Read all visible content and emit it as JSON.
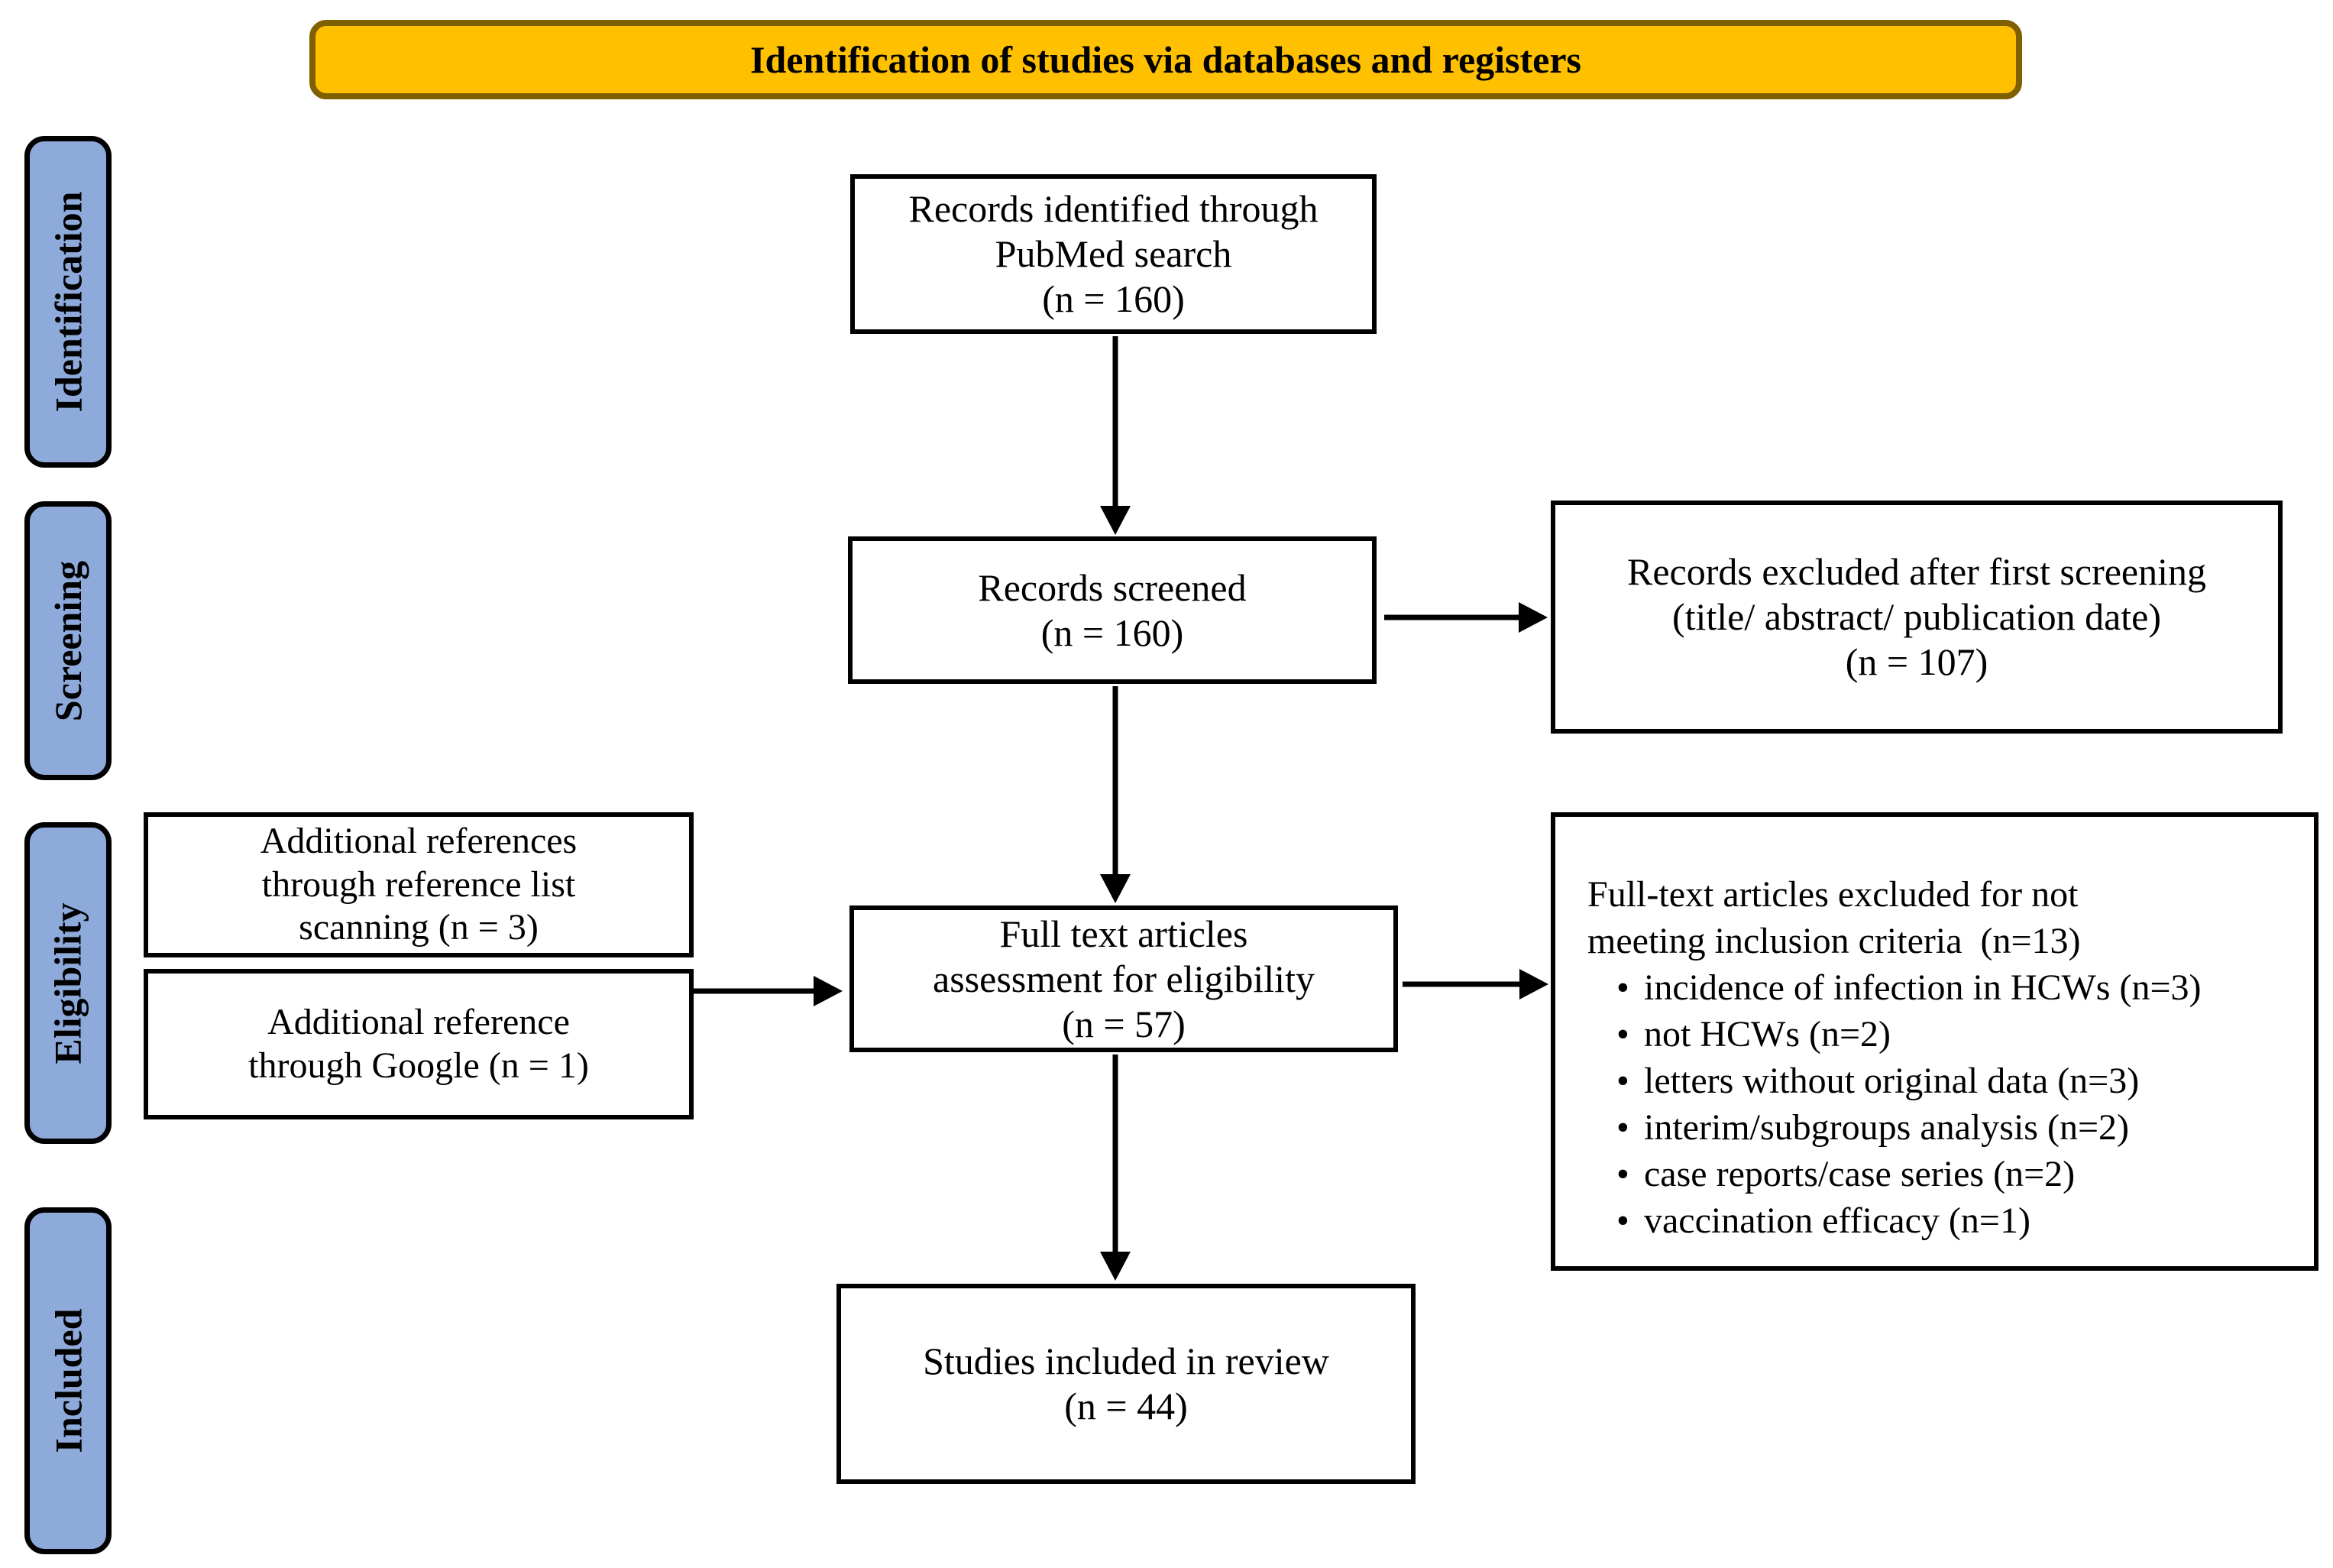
{
  "banner": {
    "title": "Identification of studies via databases and registers"
  },
  "sidebar": {
    "stages": [
      {
        "label": "Identification"
      },
      {
        "label": "Screening"
      },
      {
        "label": "Eligibility"
      },
      {
        "label": "Included"
      }
    ]
  },
  "boxes": {
    "records_identified": {
      "lines": [
        "Records identified through",
        "PubMed search",
        "(n = 160)"
      ]
    },
    "records_screened": {
      "lines": [
        "Records screened",
        "(n = 160)"
      ]
    },
    "records_excluded": {
      "lines": [
        "Records excluded after first screening",
        "(title/ abstract/ publication date)",
        "(n = 107)"
      ]
    },
    "additional_references": {
      "lines": [
        "Additional references",
        "through reference list",
        "scanning (n = 3)"
      ]
    },
    "additional_google": {
      "lines": [
        "Additional reference",
        "through Google (n = 1)"
      ]
    },
    "fulltext_assessment": {
      "lines": [
        "Full text articles",
        "assessment for eligibility",
        "(n = 57)"
      ]
    },
    "fulltext_excluded": {
      "heading_lines": [
        "Full-text articles excluded for not",
        "meeting inclusion criteria  (n=13)"
      ],
      "items": [
        "incidence of infection in HCWs (n=3)",
        "not HCWs (n=2)",
        "letters without original data (n=3)",
        "interim/subgroups analysis (n=2)",
        "case reports/case series (n=2)",
        "vaccination efficacy (n=1)"
      ]
    },
    "studies_included": {
      "lines": [
        "Studies included in review",
        "(n = 44)"
      ]
    }
  },
  "colors": {
    "banner-fill": "#FFC000",
    "banner-border": "#7F6000",
    "stage-fill": "#8EAADB",
    "box-fill": "#FFFFFF",
    "line-color": "#000000"
  }
}
